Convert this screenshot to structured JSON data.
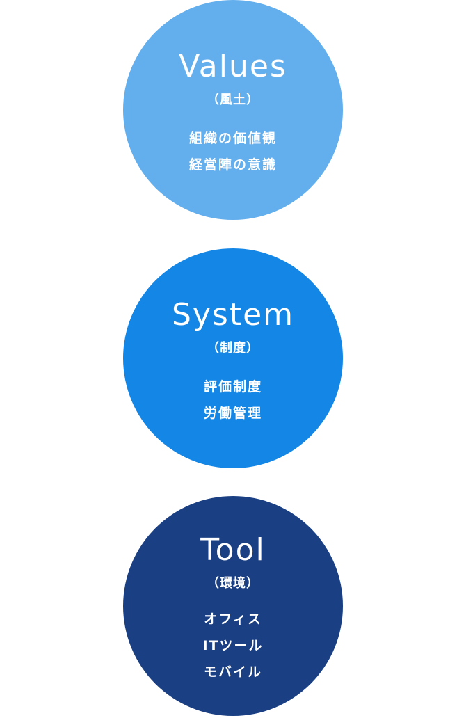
{
  "circles": [
    {
      "title": "Values",
      "subtitle": "（風土）",
      "lines": [
        "組織の価値観",
        "経営陣の意識"
      ],
      "color": "#63aeed"
    },
    {
      "title": "System",
      "subtitle": "（制度）",
      "lines": [
        "評価制度",
        "労働管理"
      ],
      "color": "#1486e5"
    },
    {
      "title": "Tool",
      "subtitle": "（環境）",
      "lines": [
        "オフィス",
        "ITツール",
        "モバイル"
      ],
      "color": "#1a3f83"
    }
  ]
}
